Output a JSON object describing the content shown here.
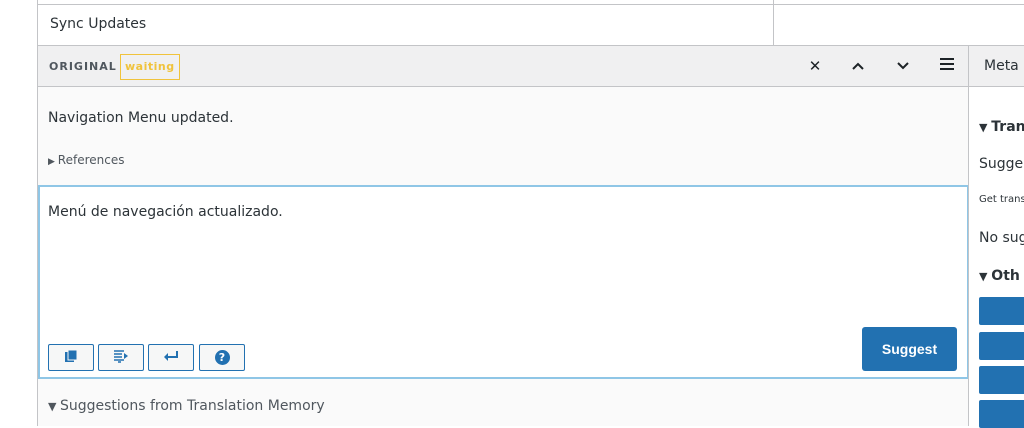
{
  "table": {
    "row_label": "Sync Updates"
  },
  "editor": {
    "header_label": "ORIGINAL",
    "status_badge": "waiting",
    "original_text": "Navigation Menu updated.",
    "references_label": "References",
    "translation_value": "Menú de navegación actualizado.",
    "suggest_label": "Suggest",
    "tm_label": "Suggestions from Translation Memory",
    "toolbar_icons": [
      "copy-icon",
      "insert-tab-icon",
      "newline-icon",
      "help-icon"
    ],
    "header_icons": [
      "close-icon",
      "chevron-up-icon",
      "chevron-down-icon",
      "menu-icon"
    ]
  },
  "sidebar": {
    "tab": "Meta",
    "section1": "Tran",
    "suggest_text": "Sugge",
    "get_text": "Get trans",
    "no_sug": "No sug",
    "section2": "Oth"
  },
  "colors": {
    "accent": "#2271b1",
    "badge": "#f0c33c",
    "focus": "#8fc6e6"
  }
}
